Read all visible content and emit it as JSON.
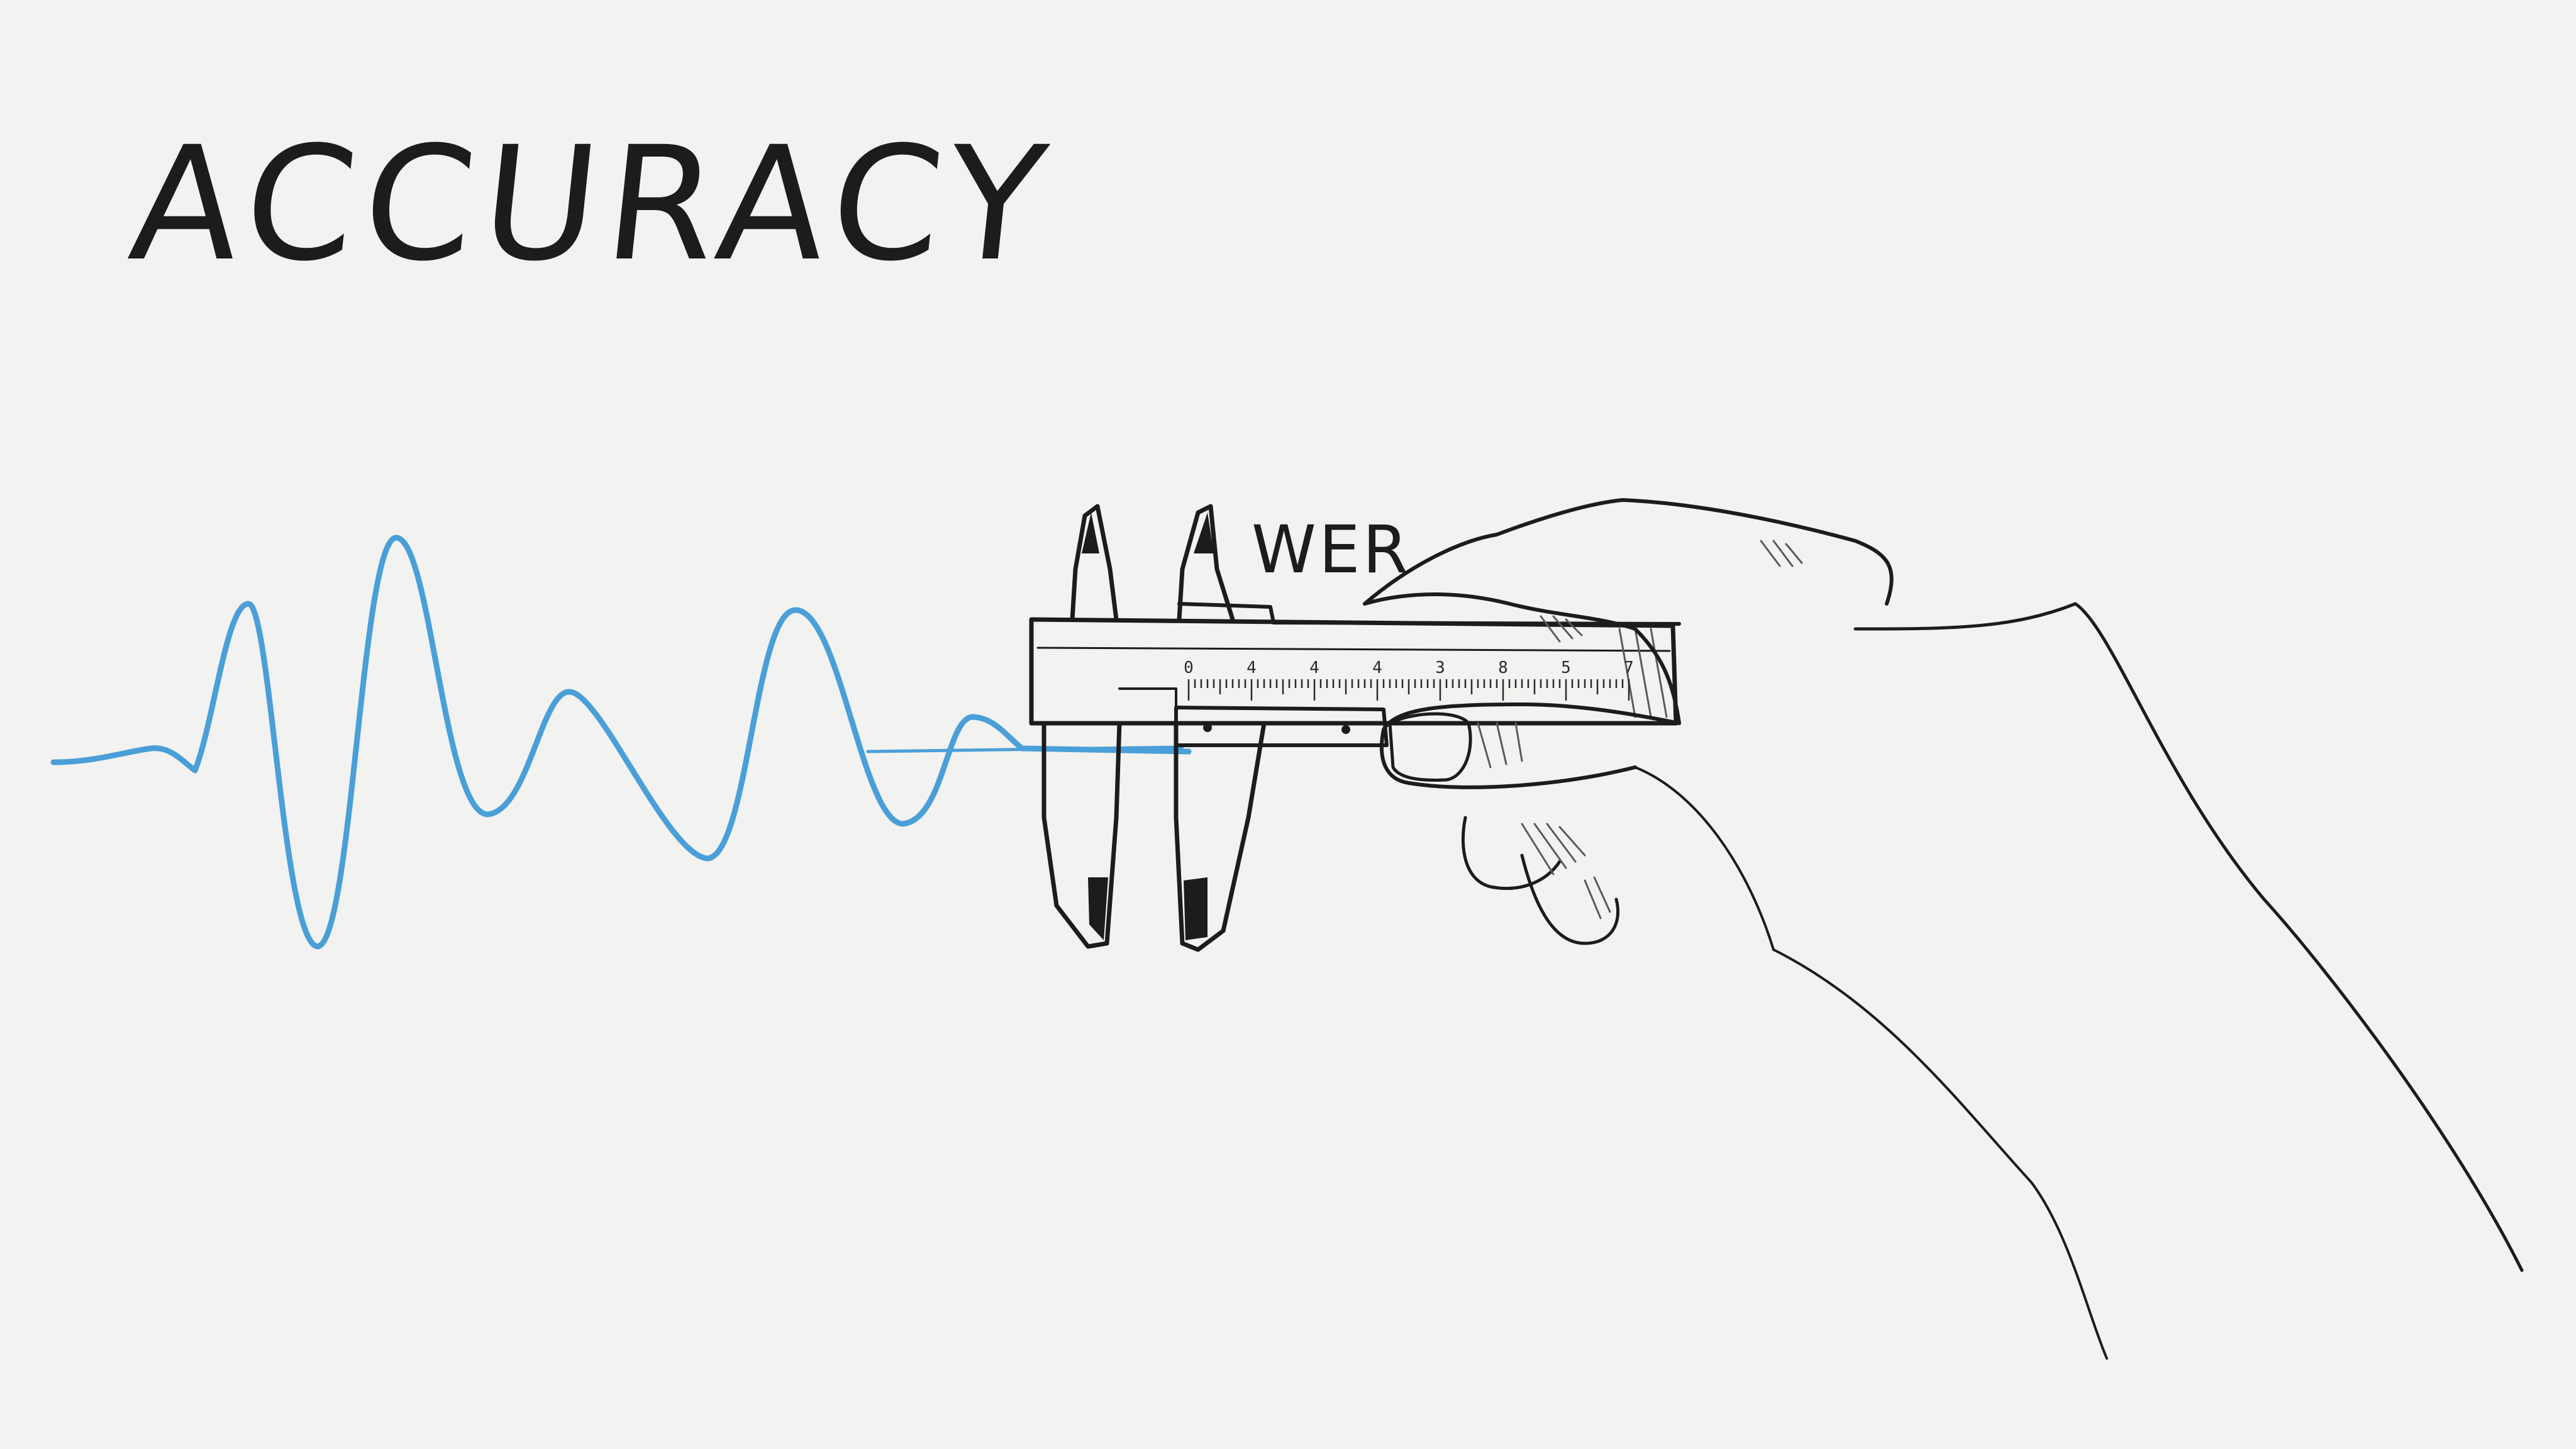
{
  "heading": "ACCURACY",
  "caliper": {
    "label": "WER",
    "scale_labels": [
      "0",
      "4",
      "4",
      "4",
      "3",
      "8",
      "5",
      "7"
    ]
  },
  "colors": {
    "paper": "#f2f2f0",
    "ink": "#1c1c1c",
    "waveform": "#4a9fd8"
  },
  "icons": {
    "hand": "hand-holding-caliper-icon",
    "caliper": "vernier-caliper-icon",
    "waveform": "sound-waveform-icon"
  }
}
